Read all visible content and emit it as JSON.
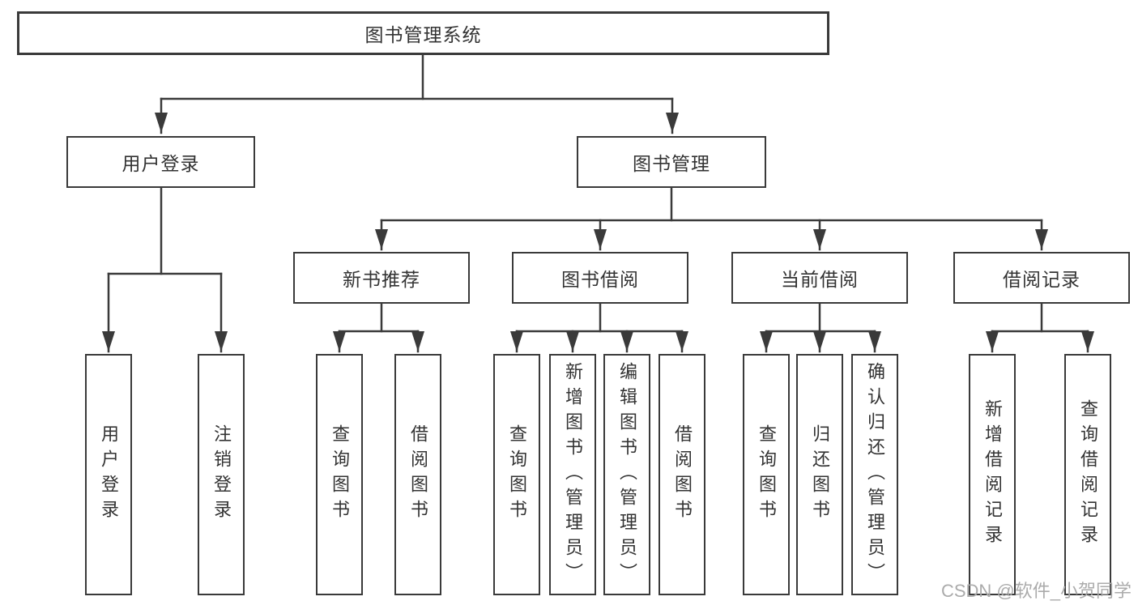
{
  "root": {
    "label": "图书管理系统"
  },
  "level2": [
    {
      "label": "用户登录",
      "children": [
        {
          "label": "用户登录"
        },
        {
          "label": "注销登录"
        }
      ]
    },
    {
      "label": "图书管理",
      "children": [
        {
          "label": "新书推荐",
          "children": [
            {
              "label": "查询图书"
            },
            {
              "label": "借阅图书"
            }
          ]
        },
        {
          "label": "图书借阅",
          "children": [
            {
              "label": "查询图书"
            },
            {
              "label": "新增图书（管理员）"
            },
            {
              "label": "编辑图书（管理员）"
            },
            {
              "label": "借阅图书"
            }
          ]
        },
        {
          "label": "当前借阅",
          "children": [
            {
              "label": "查询图书"
            },
            {
              "label": "归还图书"
            },
            {
              "label": "确认归还（管理员）"
            }
          ]
        },
        {
          "label": "借阅记录",
          "children": [
            {
              "label": "新增借阅记录"
            },
            {
              "label": "查询借阅记录"
            }
          ]
        }
      ]
    }
  ],
  "watermark": {
    "text": "CSDN @软件_小贺同学"
  },
  "colors": {
    "line": "#3a3a3a",
    "text": "#333333",
    "watermark": "#ababab",
    "background": "#ffffff"
  }
}
